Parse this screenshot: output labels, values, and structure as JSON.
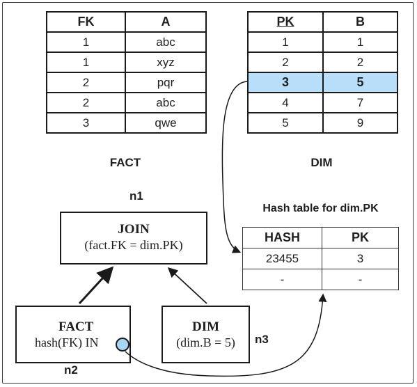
{
  "fact_table": {
    "caption": "FACT",
    "headers": [
      "FK",
      "A"
    ],
    "rows": [
      [
        "1",
        "abc"
      ],
      [
        "1",
        "xyz"
      ],
      [
        "2",
        "pqr"
      ],
      [
        "2",
        "abc"
      ],
      [
        "3",
        "qwe"
      ]
    ]
  },
  "dim_table": {
    "caption": "DIM",
    "headers": [
      "PK",
      "B"
    ],
    "rows": [
      [
        "1",
        "1"
      ],
      [
        "2",
        "2"
      ],
      [
        "3",
        "5"
      ],
      [
        "4",
        "7"
      ],
      [
        "5",
        "9"
      ]
    ],
    "highlight_row": 2,
    "highlight_color": "#b9defa"
  },
  "hash_table": {
    "caption": "Hash table for dim.PK",
    "headers": [
      "HASH",
      "PK"
    ],
    "rows": [
      [
        "23455",
        "3"
      ],
      [
        "-",
        "-"
      ]
    ]
  },
  "nodes": {
    "join": {
      "id": "n1",
      "title": "JOIN",
      "detail": "(fact.FK = dim.PK)"
    },
    "fact": {
      "id": "n2",
      "title": "FACT",
      "detail": "hash(FK) IN"
    },
    "dim": {
      "id": "n3",
      "title": "DIM",
      "detail": "(dim.B = 5)"
    }
  },
  "colors": {
    "probe_dot": "#a9d6f7",
    "line": "#1a1a1a"
  }
}
